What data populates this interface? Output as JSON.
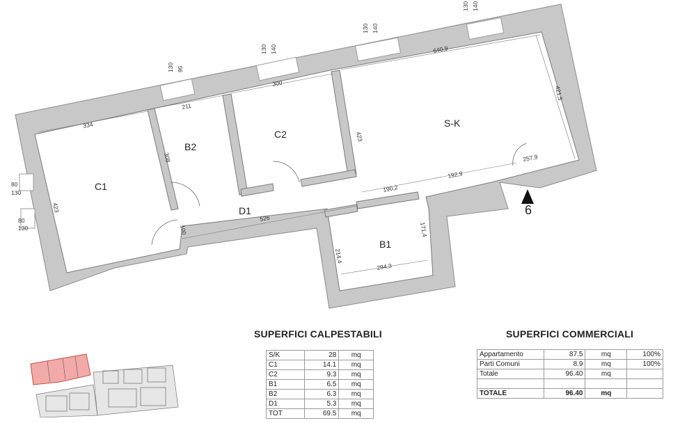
{
  "plan": {
    "rooms": [
      {
        "name": "C1"
      },
      {
        "name": "B2"
      },
      {
        "name": "C2"
      },
      {
        "name": "S-K"
      },
      {
        "name": "D1"
      },
      {
        "name": "B1"
      }
    ],
    "dims": {
      "c1_w": "334",
      "c1_h": "423",
      "b2_w": "211",
      "b2_h": "308",
      "c2_w": "300",
      "sk_w": "640,9",
      "sk_h": "421,5",
      "sk_h2": "423",
      "sk_b1": "190,2",
      "sk_b2": "192,9",
      "sk_b3": "257,9",
      "d1_w": "526",
      "door_100": "100",
      "b1_w": "294,3",
      "b1_h1": "171,4",
      "b1_h2": "214,4"
    },
    "windows": {
      "w1_a": "95",
      "w1_b": "130",
      "w2_a": "140",
      "w2_b": "130",
      "w3_a": "140",
      "w3_b": "130",
      "w4_a": "140",
      "w4_b": "130",
      "w5_a": "80",
      "w5_b": "130",
      "w6_a": "80",
      "w6_b": "130"
    },
    "north_number": "6",
    "colors": {
      "wall": "#c8c8c8",
      "highlight": "#f2aaa8"
    }
  },
  "calpestabili": {
    "title": "SUPERFICI CALPESTABILI",
    "rows": [
      {
        "room": "S/K",
        "value": "28",
        "unit": "mq"
      },
      {
        "room": "C1",
        "value": "14.1",
        "unit": "mq"
      },
      {
        "room": "C2",
        "value": "9.3",
        "unit": "mq"
      },
      {
        "room": "B1",
        "value": "6.5",
        "unit": "mq"
      },
      {
        "room": "B2",
        "value": "6.3",
        "unit": "mq"
      },
      {
        "room": "D1",
        "value": "5.3",
        "unit": "mq"
      },
      {
        "room": "TOT",
        "value": "69.5",
        "unit": "mq"
      }
    ]
  },
  "commerciali": {
    "title": "SUPERFICI COMMERCIALI",
    "rows": [
      {
        "label": "Appartamento",
        "value": "87.5",
        "unit": "mq",
        "pct": "100%"
      },
      {
        "label": "Parti Comuni",
        "value": "8.9",
        "unit": "mq",
        "pct": "100%"
      },
      {
        "label": "Totale",
        "value": "96.40",
        "unit": "mq",
        "pct": ""
      },
      {
        "label": "",
        "value": "",
        "unit": "",
        "pct": ""
      },
      {
        "label": "TOTALE",
        "value": "96.40",
        "unit": "mq",
        "pct": ""
      }
    ]
  }
}
